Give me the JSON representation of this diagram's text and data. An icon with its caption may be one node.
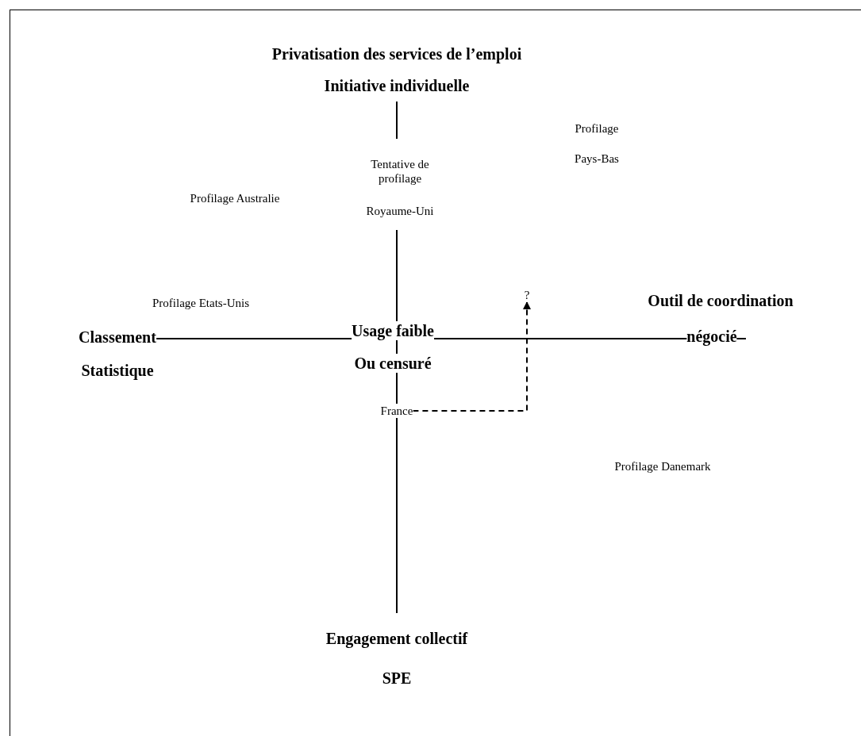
{
  "diagram": {
    "nodes": [
      {
        "text": [
          "France"
        ]
      },
      {
        "text": [
          "?"
        ]
      }
    ],
    "edges": [
      {
        "from": 0,
        "to": 1,
        "arrow": "to",
        "style": "dashed"
      }
    ],
    "labels": [
      "Privatisation des services de l’emploi",
      "Initiative individuelle",
      "Profilage",
      "Pays-Bas",
      "Tentative de profilage",
      "Profilage Australie",
      "Royaume-Uni",
      "Profilage Etats-Unis",
      "Outil de coordination",
      "Usage faible",
      "négocié",
      "Classement",
      "Ou censuré",
      "Statistique",
      "Profilage Danemark",
      "Engagement collectif",
      "SPE"
    ]
  }
}
